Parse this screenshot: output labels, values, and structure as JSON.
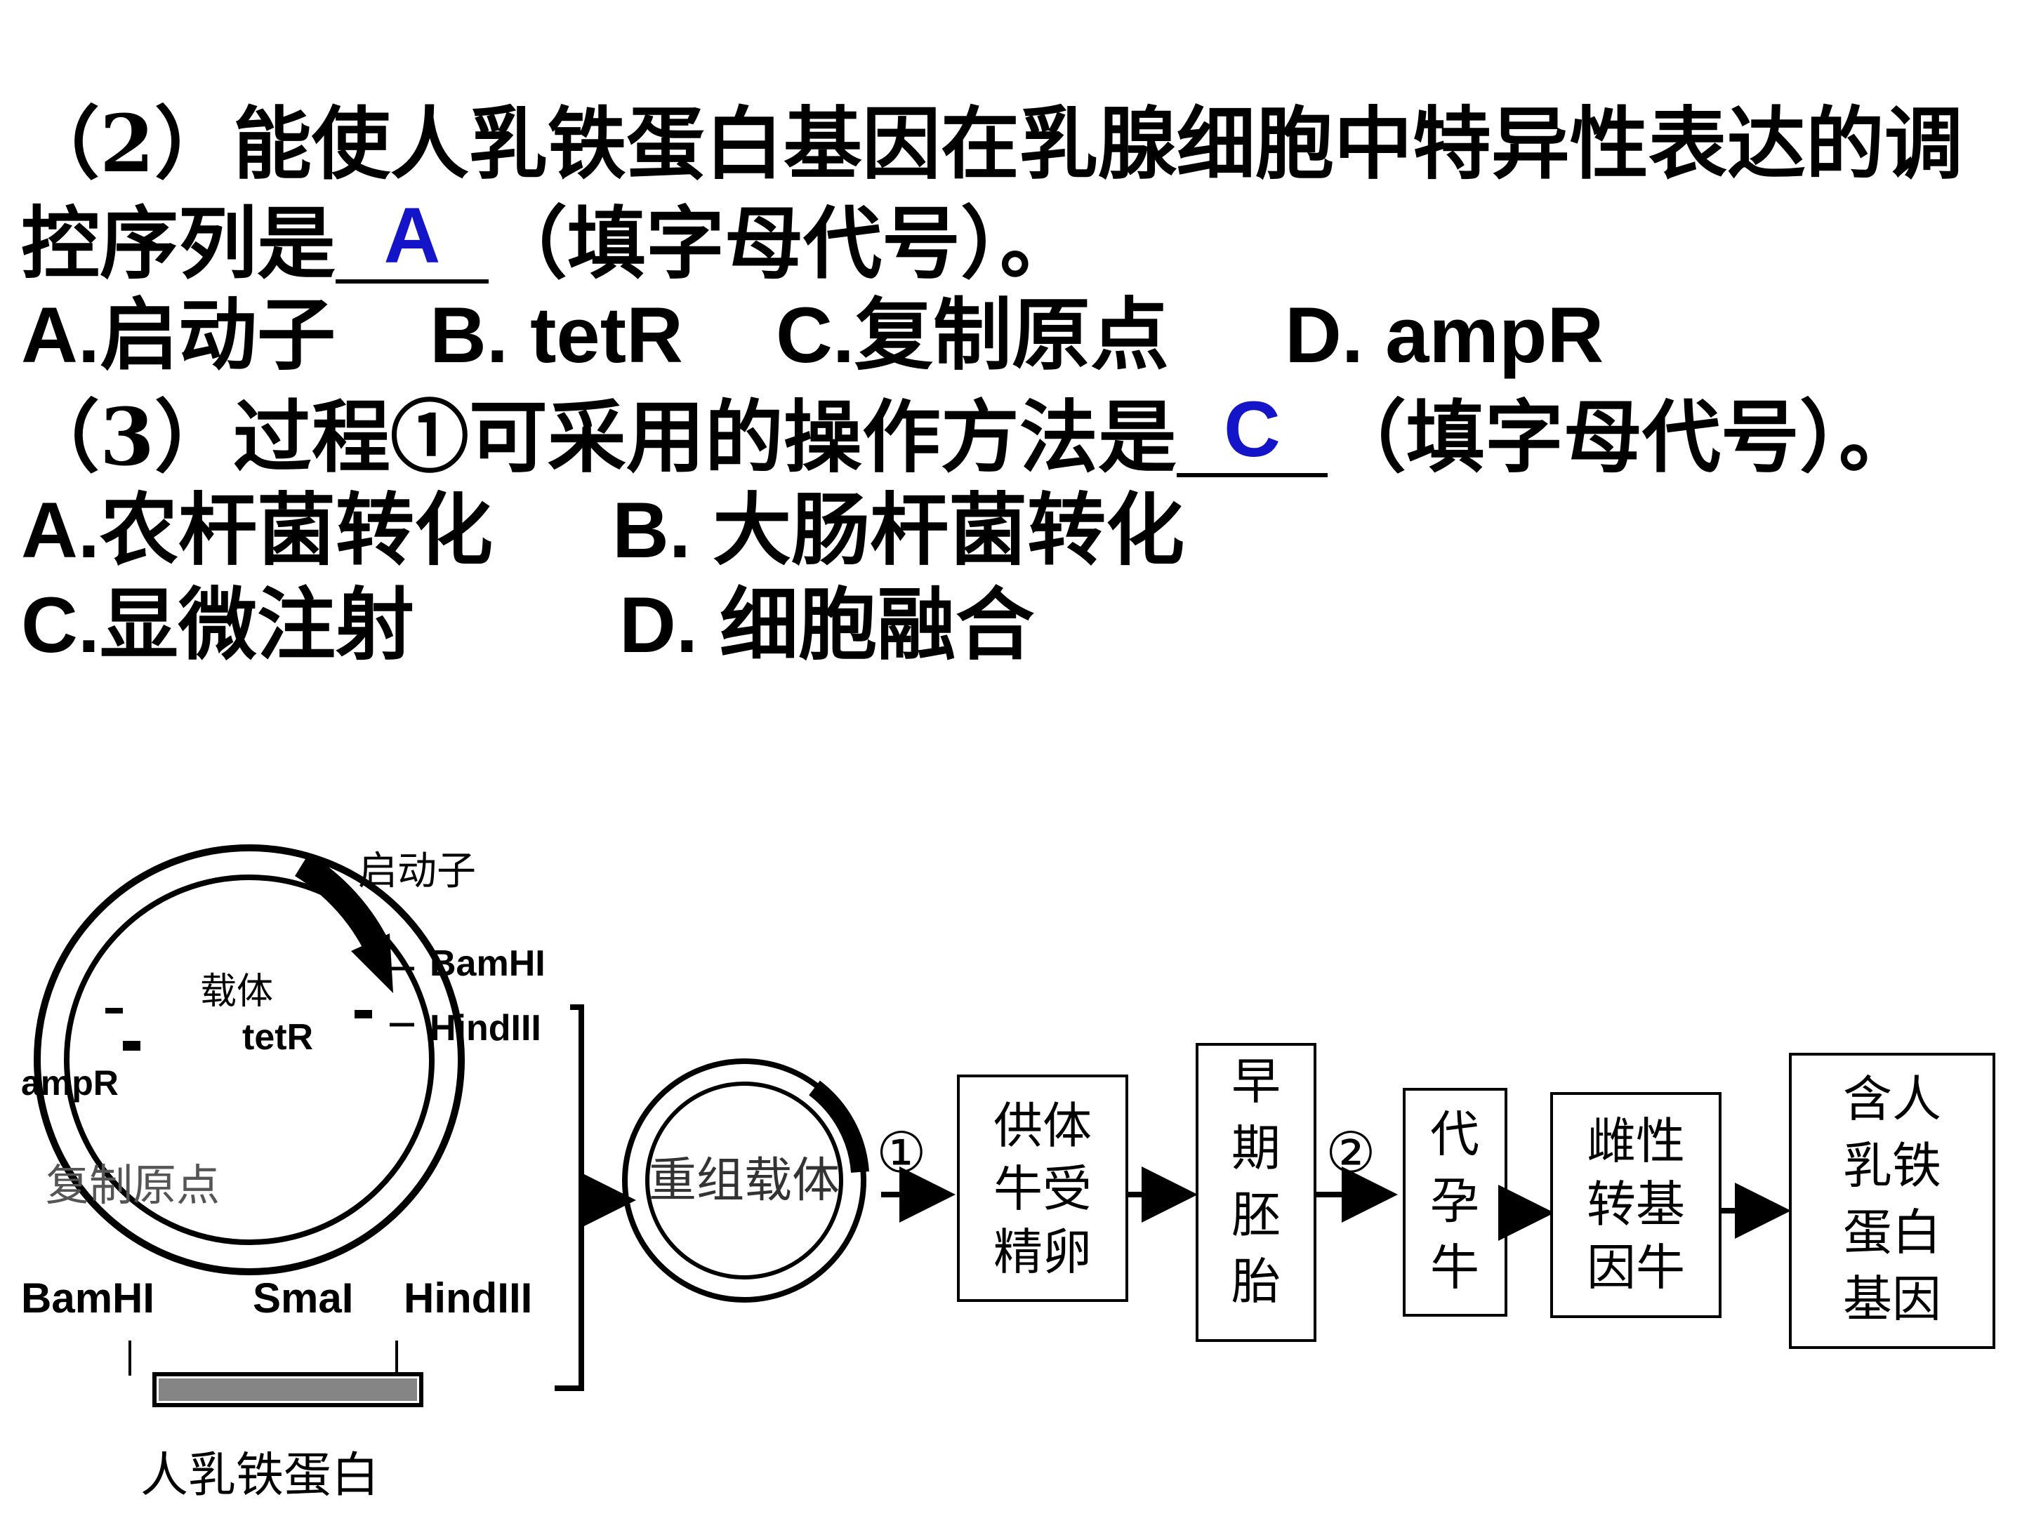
{
  "question2": {
    "line1": "（2）能使人乳铁蛋白基因在乳腺细胞中特异性表达的调",
    "line2_prefix": "控序列是",
    "answer": "A",
    "line2_suffix": "（填字母代号）。",
    "options": [
      "A.启动子",
      "B. tetR",
      "C.复制原点",
      "D. ampR"
    ]
  },
  "question3": {
    "prefix": "（3）过程①可采用的操作方法是",
    "answer": "C",
    "suffix": "（填字母代号）。",
    "options": [
      "A.农杆菌转化",
      "B. 大肠杆菌转化",
      "C.显微注射",
      "D. 细胞融合"
    ]
  },
  "diagram": {
    "vector_name": "载体",
    "promoter_label": "启动子",
    "site_bamhi": "BamHI",
    "site_hindiii": "HindIII",
    "gene_tetr": "tetR",
    "gene_ampr": "ampR",
    "origin_label": "复制原点",
    "fragment_sites": [
      "BamHI",
      "SmaI",
      "HindIII"
    ],
    "fragment_label": "人乳铁蛋白",
    "recombinant_label": "重组载体",
    "step1": "①",
    "step2": "②",
    "boxes": [
      [
        "供体",
        "牛受",
        "精卵"
      ],
      [
        "早",
        "期",
        "胚",
        "胎"
      ],
      [
        "代",
        "孕",
        "牛"
      ],
      [
        "雌性",
        "转基",
        "因牛"
      ],
      [
        "含人",
        "乳铁",
        "蛋白",
        "基因"
      ]
    ]
  },
  "colors": {
    "answer": "#1414c8",
    "text": "#000000"
  }
}
